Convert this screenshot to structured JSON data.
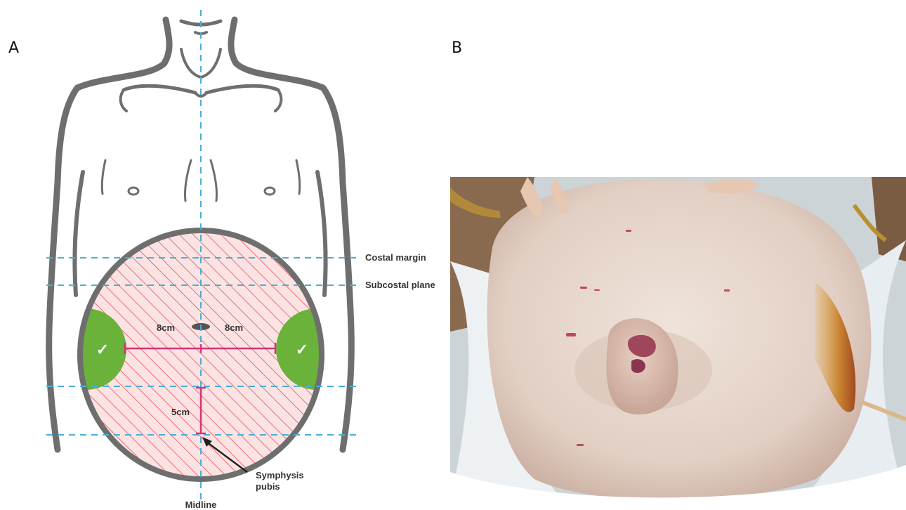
{
  "panels": {
    "a": "A",
    "b": "B"
  },
  "diagram": {
    "labels": {
      "costal_margin": "Costal margin",
      "subcostal_plane": "Subcostal plane",
      "distance_left": "8cm",
      "distance_right": "8cm",
      "distance_vertical": "5cm",
      "symphysis_line1": "Symphysis",
      "symphysis_line2": "pubis",
      "midline": "Midline"
    },
    "check_mark": "✓",
    "colors": {
      "body_outline": "#6e6e6e",
      "guide_lines": "#4aaed6",
      "hatch_fill": "#fbe3e3",
      "hatch_lines": "#e8505a",
      "safe_zone": "#6ab23a",
      "measure_lines": "#d6337a"
    }
  }
}
